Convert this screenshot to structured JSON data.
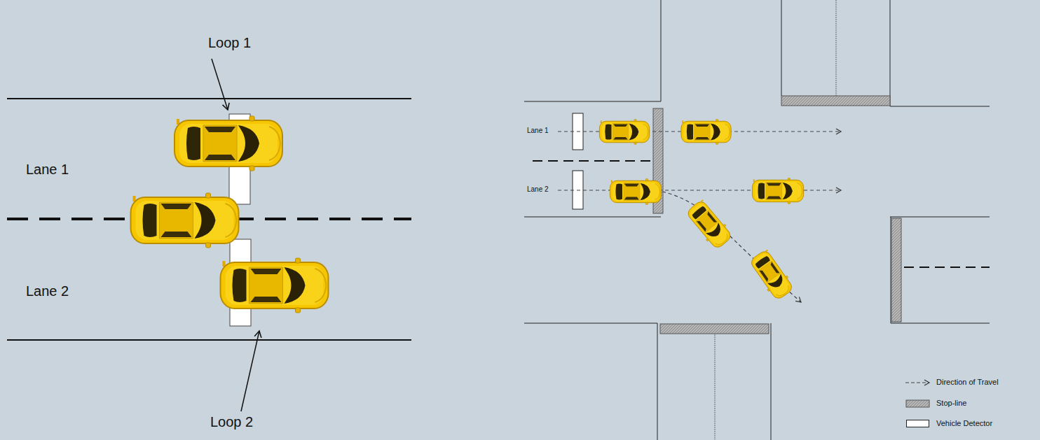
{
  "diagram": {
    "labels": [
      "Loop 1",
      "Lane 1",
      "Lane 2",
      "Loop 2",
      "Lane 1",
      "Lane 2"
    ],
    "legend": [
      {
        "text": "Direction of Travel"
      },
      {
        "text": "Stop-line"
      },
      {
        "text": "Vehicle Detector",
        "color": "#ffffff"
      }
    ]
  }
}
